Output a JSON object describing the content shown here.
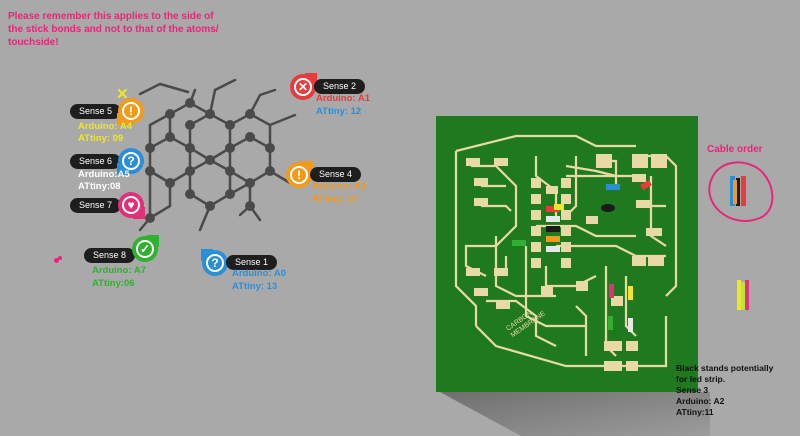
{
  "note_top": "Please remember this applies to the side of\nthe stick bonds and not to that of the atoms/\ntouchside!",
  "cable_order_title": "Cable order",
  "bottom_note": "Black stands potentially\nfor led strip.\nSense 3\nArduino:  A2\nATtiny:11",
  "pcb_text": "CARBON\nMEMBRANE",
  "colors": {
    "background": "#a9a9a9",
    "pcb_green": "#1f7a1f",
    "trace": "#e8d9a6",
    "pink": "#e8257a",
    "red": "#e83c3c",
    "orange": "#f29a1a",
    "blue": "#2b8fd8",
    "magenta": "#e0307a",
    "green": "#30b030",
    "yellow": "#f0e62a",
    "yellow_green": "#b8e840"
  },
  "senses": [
    {
      "id": 1,
      "label": "Sense 1",
      "arduino": "Arduino: A0",
      "attiny": "ATtiny: 13",
      "icon": "question-icon",
      "color": "#2b8fd8"
    },
    {
      "id": 2,
      "label": "Sense 2",
      "arduino": "Arduino: A1",
      "attiny": "ATtiny: 12",
      "icon": "close-icon",
      "color": "#e83c3c"
    },
    {
      "id": 4,
      "label": "Sense 4",
      "arduino": "Arduino: A3",
      "attiny": "ATtiny: 10",
      "icon": "exclamation-icon",
      "color": "#f29a1a"
    },
    {
      "id": 5,
      "label": "Sense 5",
      "arduino": "Arduino: A4",
      "attiny": "ATtiny: 09",
      "icon": "exclamation-icon",
      "color": "#f29a1a"
    },
    {
      "id": 6,
      "label": "Sense 6",
      "arduino": "Arduino:A5",
      "attiny": "ATtiny:08",
      "icon": "question-icon",
      "color": "#2b8fd8"
    },
    {
      "id": 7,
      "label": "Sense 7",
      "arduino": "",
      "attiny": "",
      "icon": "heart-icon",
      "color": "#e0307a"
    },
    {
      "id": 8,
      "label": "Sense 8",
      "arduino": "Arduino:  A7",
      "attiny": "ATtiny:06",
      "icon": "check-icon",
      "color": "#30b030"
    }
  ]
}
